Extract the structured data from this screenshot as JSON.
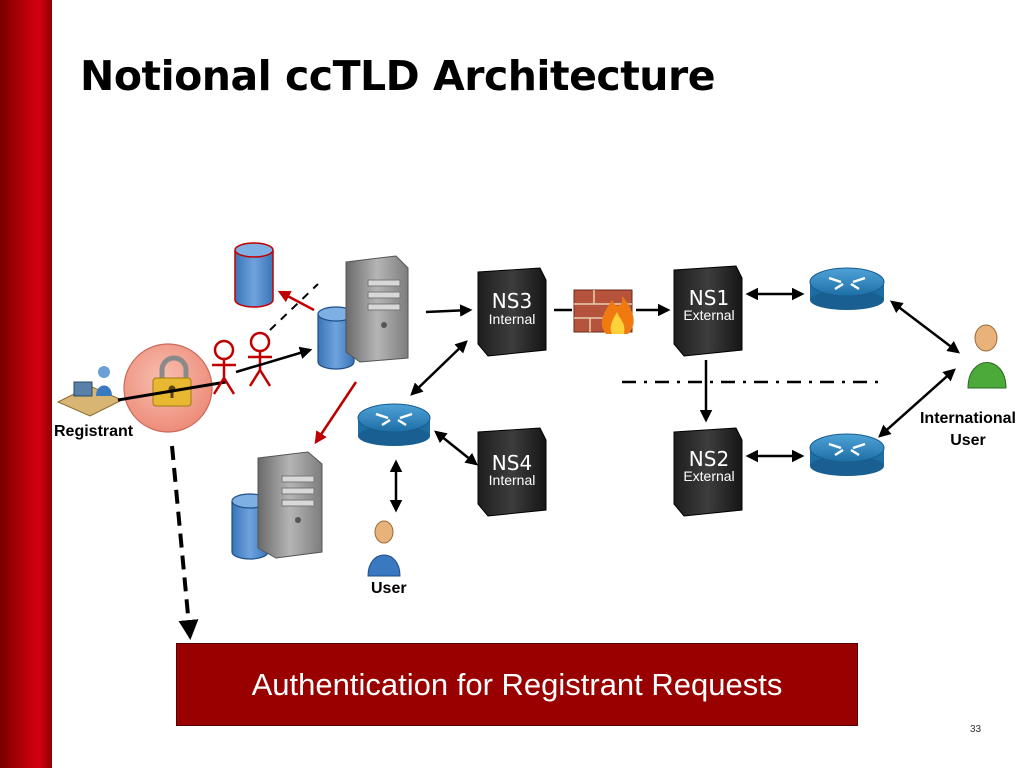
{
  "slide": {
    "title": "Notional ccTLD Architecture",
    "page_number": "33",
    "accent_color": "#c0000a",
    "banner_color": "#990000"
  },
  "nodes": {
    "ns1": {
      "name": "NS1",
      "role": "External"
    },
    "ns2": {
      "name": "NS2",
      "role": "External"
    },
    "ns3": {
      "name": "NS3",
      "role": "Internal"
    },
    "ns4": {
      "name": "NS4",
      "role": "Internal"
    }
  },
  "labels": {
    "registrant": "Registrant",
    "user": "User",
    "international_user": "International\nUser"
  },
  "banner": {
    "text": "Authentication for Registrant Requests"
  },
  "icons": [
    "registrant-workstation-icon",
    "padlock-icon",
    "attacker-icon",
    "database-icon",
    "server-tower-icon",
    "name-server-icon",
    "firewall-icon",
    "router-icon",
    "user-icon"
  ]
}
